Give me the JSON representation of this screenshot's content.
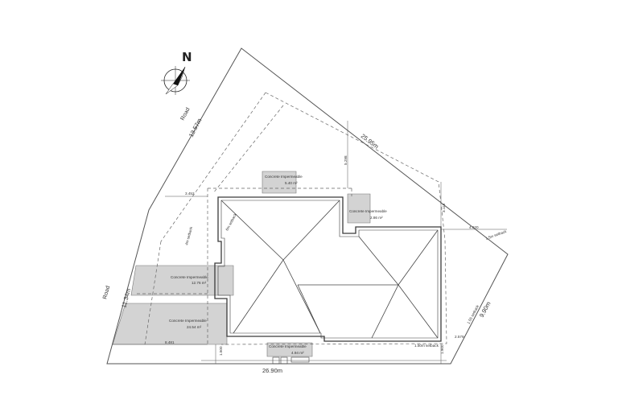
{
  "colors": {
    "boundary": "#555555",
    "setback": "#666666",
    "house_outline": "#3a3a3a",
    "concrete_fill": "#d3d3d3",
    "background": "#ffffff"
  },
  "north": {
    "letter": "N",
    "icon": "north-arrow-icon"
  },
  "roads": [
    "Road",
    "Road"
  ],
  "boundary_dimensions": {
    "top_left": "13.57m",
    "top": "25.95m",
    "right": "9.90m",
    "bottom": "26.90m",
    "left": "11.34m"
  },
  "setbacks": {
    "left_top": "3.452",
    "center_top": "5.298",
    "right_top": "3.115",
    "right_mid": "4.920",
    "left_bottom": "8.481",
    "bottom_left": "1.500",
    "bottom_right": "1.900",
    "right_low": "2.579",
    "boundary_bottom": "1.50m setback"
  },
  "setback_labels": {
    "diag_left": "4m setback",
    "diag_center": "6m setback",
    "right_diag": "1.5m setback",
    "right_vert": "1.55 setback"
  },
  "concrete_areas": [
    {
      "label": "Concrete Impermeable",
      "area": "5.40 m²"
    },
    {
      "label": "Concrete Impermeable",
      "area": "2.86 m²"
    },
    {
      "label": "Concrete Impermeable",
      "area": "12.76 m²"
    },
    {
      "label": "Concrete Impermeable",
      "area": "24.54 m²"
    },
    {
      "label": "Concrete Impermeable",
      "area": "4.94 m²"
    }
  ]
}
